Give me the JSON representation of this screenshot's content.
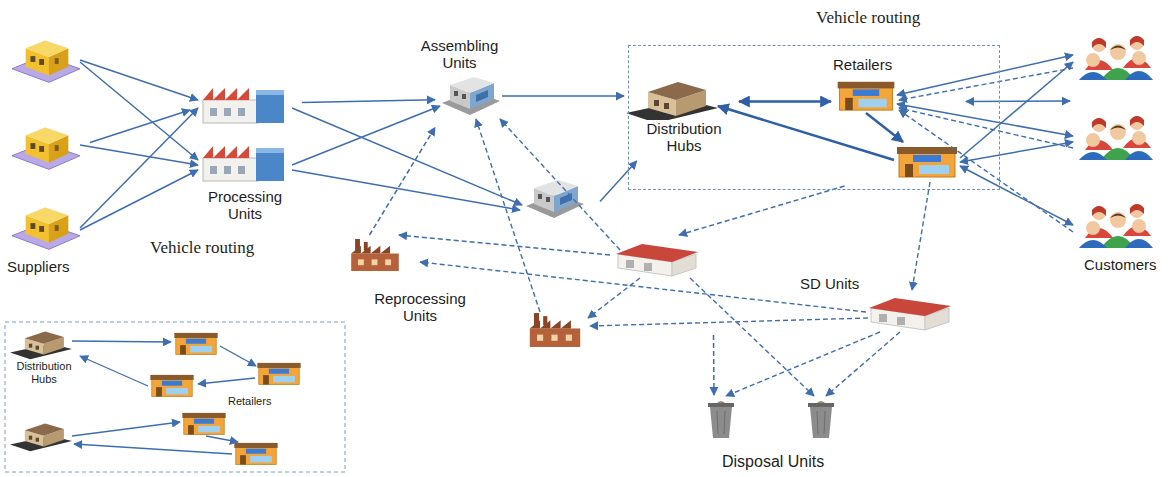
{
  "diagram": {
    "nodes": [
      {
        "text": [
          "Suppliers"
        ]
      },
      {
        "text": [
          "Processing Units"
        ]
      },
      {
        "text": [
          "Assembling Units"
        ]
      },
      {
        "text": [
          "Vehicle routing"
        ]
      },
      {
        "text": [
          "Distribution Hubs"
        ],
        "in": 3
      },
      {
        "text": [
          "Retailers"
        ],
        "in": 3
      },
      {
        "text": [
          "Customers"
        ]
      },
      {
        "text": [
          "Reprocessing Units"
        ]
      },
      {
        "text": [
          "SD Units"
        ]
      },
      {
        "text": [
          "Disposal Units"
        ]
      }
    ],
    "edges": [
      {
        "from": 0,
        "to": 1,
        "arrow": "to"
      },
      {
        "from": 1,
        "to": 2,
        "arrow": "to"
      },
      {
        "from": 2,
        "to": 4,
        "arrow": "to"
      },
      {
        "from": 4,
        "to": 5,
        "arrow": "both"
      },
      {
        "from": 5,
        "to": 6,
        "arrow": "both"
      },
      {
        "from": 5,
        "to": 8,
        "arrow": "to"
      },
      {
        "from": 8,
        "to": 7,
        "arrow": "to"
      },
      {
        "from": 8,
        "to": 9,
        "arrow": "to"
      },
      {
        "from": 7,
        "to": 2,
        "arrow": "to"
      }
    ],
    "labels": [
      "Vehicle routing",
      "Distribution Hubs",
      "Retailers"
    ]
  }
}
